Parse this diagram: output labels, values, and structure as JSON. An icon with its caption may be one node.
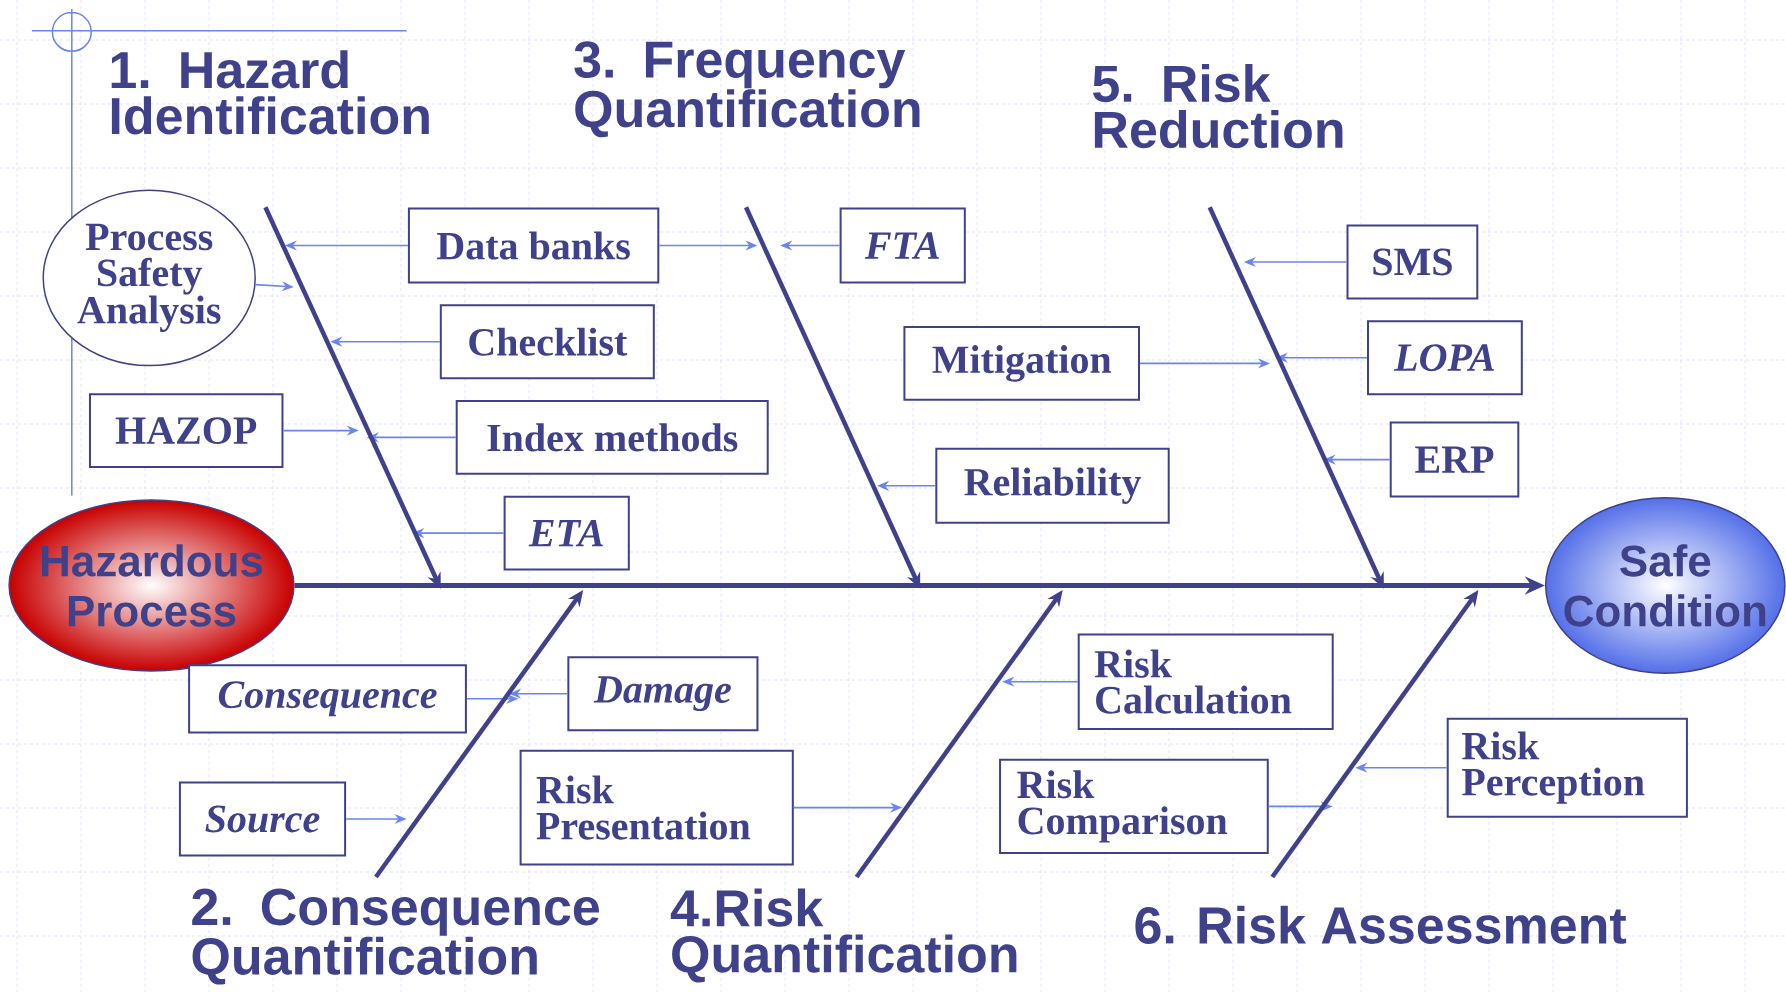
{
  "diagram": {
    "nodes": [
      {
        "text": [
          "Hazardous Process"
        ]
      },
      {
        "text": [
          "Safe Condition"
        ]
      },
      {
        "text": [
          "1. Hazard Identification"
        ]
      },
      {
        "text": [
          "3. Frequency Quantification"
        ]
      },
      {
        "text": [
          "5. Risk Reduction"
        ]
      },
      {
        "text": [
          "Process Safety Analysis"
        ]
      },
      {
        "text": [
          "Data banks"
        ]
      },
      {
        "text": [
          "Checklist"
        ]
      },
      {
        "text": [
          "HAZOP"
        ]
      },
      {
        "text": [
          "Index methods"
        ]
      },
      {
        "text": [
          "ETA"
        ]
      },
      {
        "text": [
          "FTA"
        ]
      },
      {
        "text": [
          "Mitigation"
        ]
      },
      {
        "text": [
          "Reliability"
        ]
      },
      {
        "text": [
          "SMS"
        ]
      },
      {
        "text": [
          "LOPA"
        ]
      },
      {
        "text": [
          "ERP"
        ]
      },
      {
        "text": [
          "2. Consequence Quantification"
        ]
      },
      {
        "text": [
          "4.Risk Quantification"
        ]
      },
      {
        "text": [
          "6. Risk Assessment"
        ]
      },
      {
        "text": [
          "Consequence"
        ]
      },
      {
        "text": [
          "Damage"
        ]
      },
      {
        "text": [
          "Source"
        ]
      },
      {
        "text": [
          "Risk Presentation"
        ]
      },
      {
        "text": [
          "Risk Calculation"
        ]
      },
      {
        "text": [
          "Risk Comparison"
        ]
      },
      {
        "text": [
          "Risk Perception"
        ]
      }
    ],
    "edges": [
      {
        "from": 0,
        "to": 1,
        "arrow": "to",
        "style": "thick",
        "color": "#3f418a"
      },
      {
        "from": 5,
        "to": null,
        "arrow": "to"
      },
      {
        "from": 6,
        "to": null,
        "arrow": "to"
      },
      {
        "from": 6,
        "to": null,
        "arrow": "to"
      },
      {
        "from": 7,
        "to": null,
        "arrow": "to"
      },
      {
        "from": 8,
        "to": null,
        "arrow": "to"
      },
      {
        "from": 9,
        "to": null,
        "arrow": "to"
      },
      {
        "from": 10,
        "to": null,
        "arrow": "to"
      },
      {
        "from": 11,
        "to": null,
        "arrow": "to"
      },
      {
        "from": 12,
        "to": null,
        "arrow": "to"
      },
      {
        "from": 13,
        "to": null,
        "arrow": "to"
      },
      {
        "from": 14,
        "to": null,
        "arrow": "to"
      },
      {
        "from": 15,
        "to": null,
        "arrow": "to"
      },
      {
        "from": 16,
        "to": null,
        "arrow": "to"
      },
      {
        "from": 20,
        "to": null,
        "arrow": "to"
      },
      {
        "from": 21,
        "to": null,
        "arrow": "to"
      },
      {
        "from": 22,
        "to": null,
        "arrow": "to"
      },
      {
        "from": 23,
        "to": null,
        "arrow": "to"
      },
      {
        "from": 24,
        "to": null,
        "arrow": "to"
      },
      {
        "from": 25,
        "to": null,
        "arrow": "to"
      },
      {
        "from": 26,
        "to": null,
        "arrow": "to"
      },
      {
        "from": 2,
        "to": null,
        "arrow": "to",
        "style": "thick",
        "color": "#3f418a"
      },
      {
        "from": 3,
        "to": null,
        "arrow": "to",
        "style": "thick",
        "color": "#3f418a"
      },
      {
        "from": 4,
        "to": null,
        "arrow": "to",
        "style": "thick",
        "color": "#3f418a"
      },
      {
        "from": 17,
        "to": null,
        "arrow": "to",
        "style": "thick",
        "color": "#3f418a"
      },
      {
        "from": 18,
        "to": null,
        "arrow": "to",
        "style": "thick",
        "color": "#3f418a"
      },
      {
        "from": 19,
        "to": null,
        "arrow": "to",
        "style": "thick",
        "color": "#3f418a"
      }
    ]
  }
}
